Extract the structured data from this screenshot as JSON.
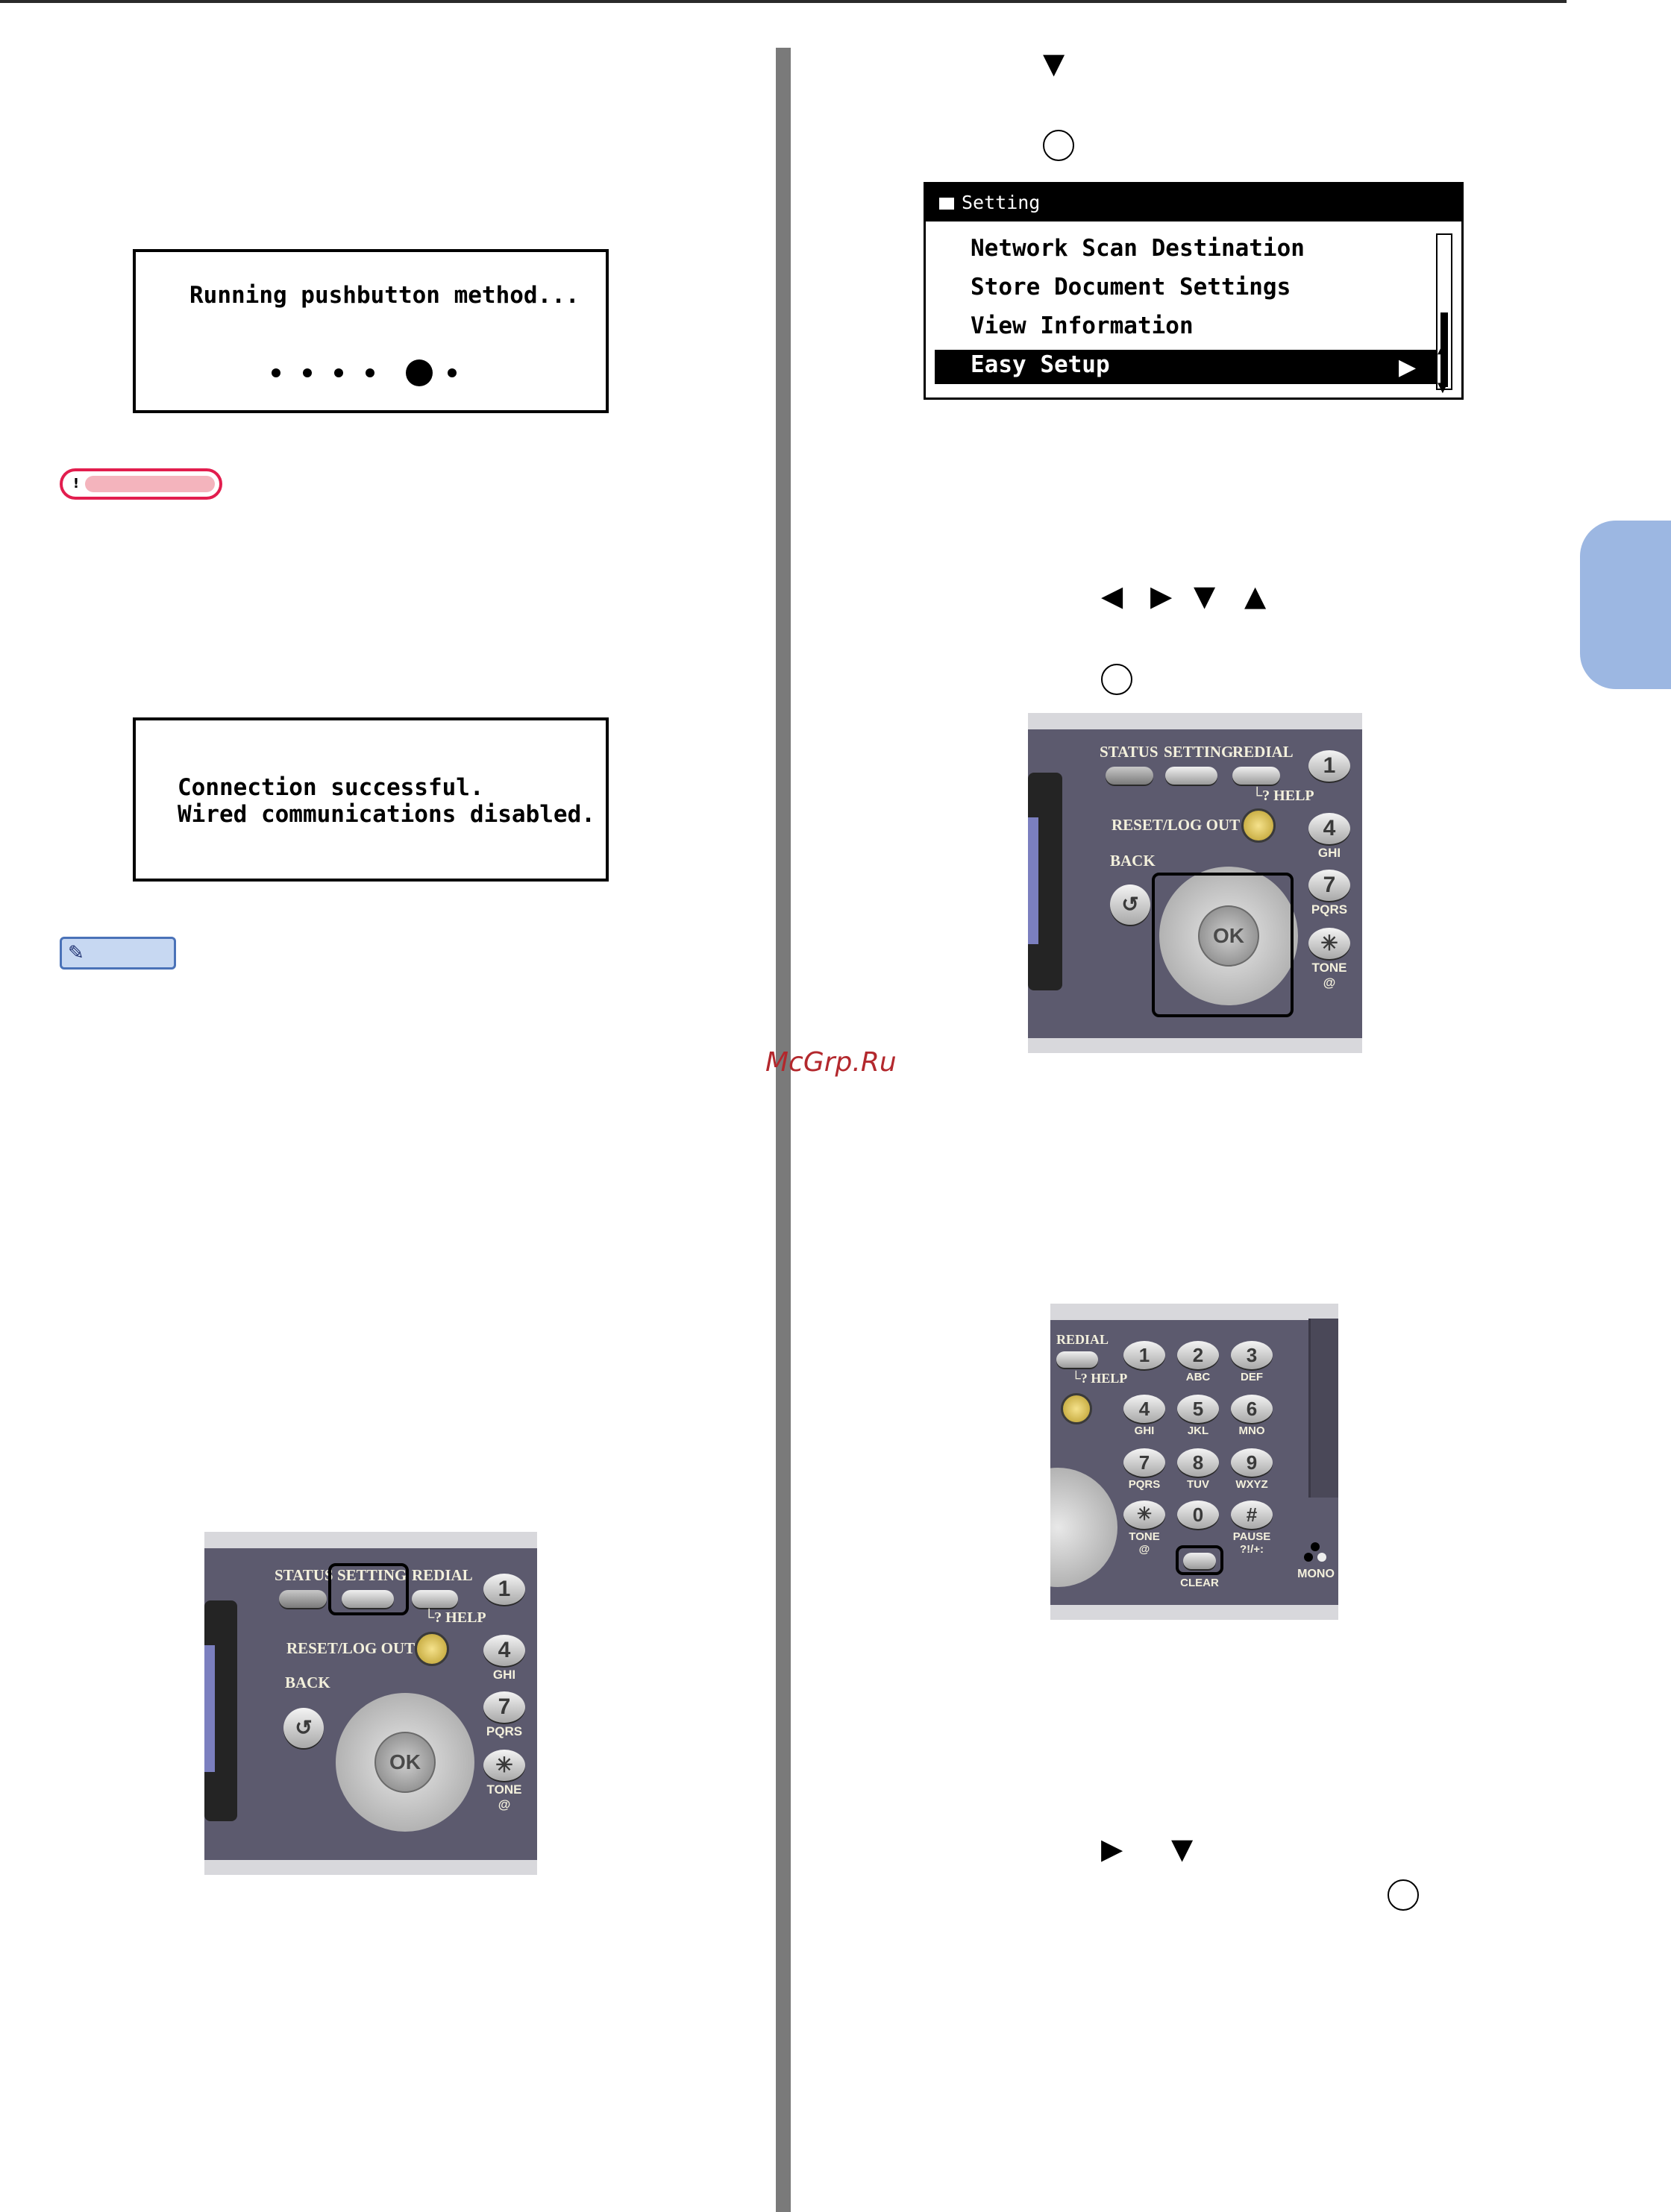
{
  "watermark": "McGrp.Ru",
  "running_screen": {
    "message": "Running pushbutton method..."
  },
  "success_screen": {
    "line1": "Connection successful.",
    "line2": "Wired communications disabled."
  },
  "note_badge": {
    "icon": "exclamation-icon",
    "symbol": "!"
  },
  "memo_badge": {
    "icon": "pencil-icon",
    "symbol": "✎"
  },
  "setting_menu": {
    "title": "Setting",
    "items": [
      "Network Scan Destination",
      "Store Document Settings",
      "View Information",
      "Easy Setup"
    ],
    "selected_index": 3,
    "arrow": "▶"
  },
  "step_glyphs": {
    "down": "▼",
    "left": "◀",
    "right": "▶",
    "up": "▲"
  },
  "panel_keys": {
    "status": "STATUS",
    "setting": "SETTING",
    "redial": "REDIAL",
    "help": "└? HELP",
    "reset": "RESET/LOG OUT",
    "back": "BACK",
    "ok": "OK",
    "k1": "1",
    "k2": "2",
    "k2sub": "ABC",
    "k3": "3",
    "k3sub": "DEF",
    "k4": "4",
    "k4sub": "GHI",
    "k5": "5",
    "k5sub": "JKL",
    "k6": "6",
    "k6sub": "MNO",
    "k7": "7",
    "k7sub": "PQRS",
    "k8": "8",
    "k8sub": "TUV",
    "k9": "9",
    "k9sub": "WXYZ",
    "kstar": "✳",
    "tone": "TONE\n@",
    "k0": "0",
    "khash": "#",
    "pause": "PAUSE\n?!/+:",
    "clear": "CLEAR",
    "mono": "MONO"
  }
}
